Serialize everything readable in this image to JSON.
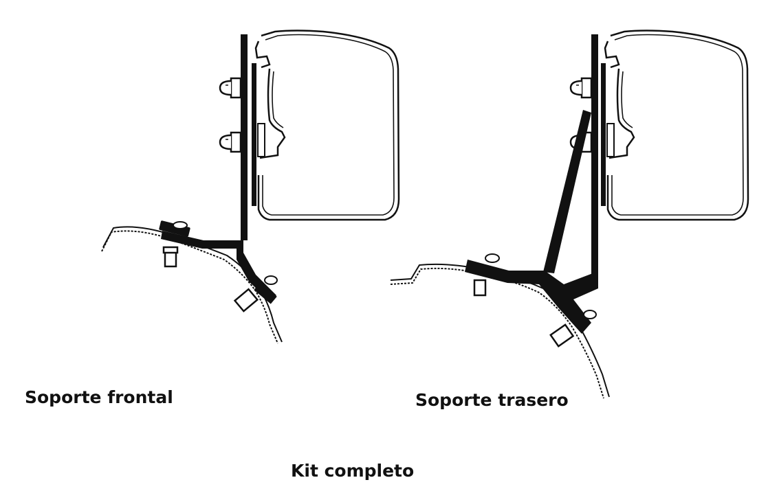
{
  "labels": {
    "front": "Soporte frontal",
    "rear": "Soporte trasero",
    "kit": "Kit completo"
  },
  "colors": {
    "ink": "#111111",
    "paper": "#ffffff"
  }
}
